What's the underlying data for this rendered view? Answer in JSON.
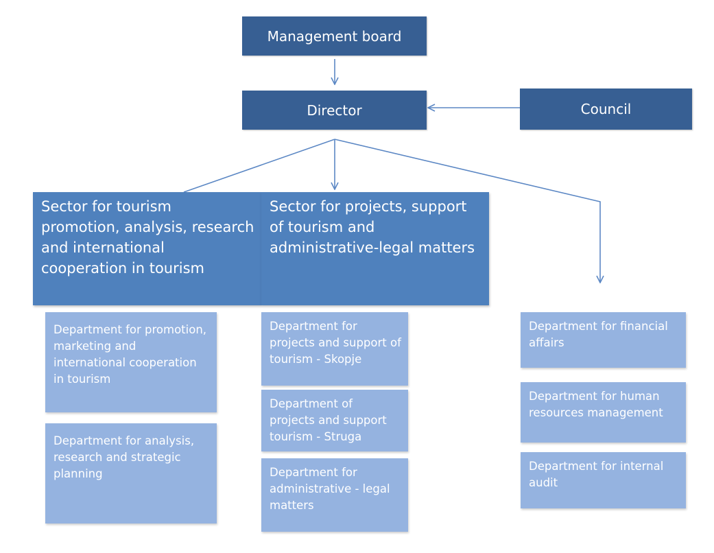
{
  "management_board": "Management board",
  "director": "Director",
  "council": "Council",
  "sectors": [
    "Sector for tourism promotion, analysis, research and international cooperation in tourism",
    "Sector for projects, support of tourism and administrative-legal matters"
  ],
  "departments_left": [
    "Department for promotion, marketing and international cooperation in tourism",
    "Department for analysis, research and strategic planning"
  ],
  "departments_middle": [
    "Department for projects and support of tourism - Skopje",
    "Department of projects and support tourism - Struga",
    "Department for administrative - legal matters"
  ],
  "departments_right": [
    "Department for financial affairs",
    "Department for human resources management",
    "Department for internal audit"
  ],
  "colors": {
    "dark_box": "#375f93",
    "sector_box": "#4f81bd",
    "department_box": "#95b3e0",
    "connector": "#5b87c4"
  }
}
